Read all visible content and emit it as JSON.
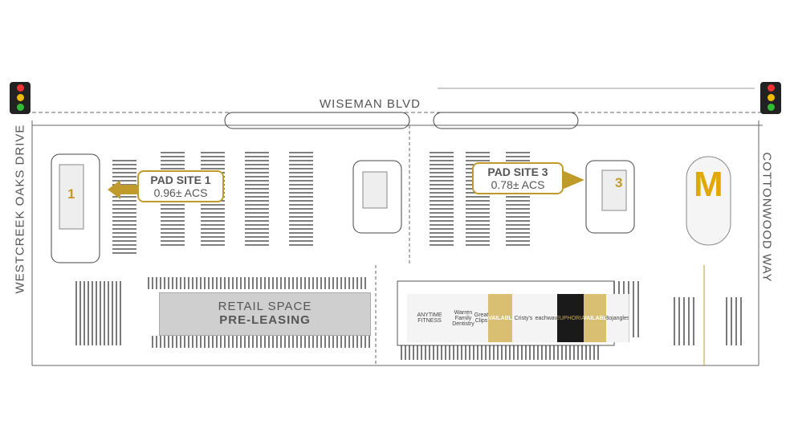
{
  "roads": {
    "top": "WISEMAN BLVD",
    "left": "WESTCREEK OAKS DRIVE",
    "right": "COTTONWOOD WAY"
  },
  "pad_sites": [
    {
      "title": "PAD SITE 1",
      "area": "0.96± ACS",
      "number": "1"
    },
    {
      "title": "PAD SITE 3",
      "area": "0.78± ACS",
      "number": "3"
    }
  ],
  "retail": {
    "line1": "RETAIL SPACE",
    "line2": "PRE-LEASING"
  },
  "tenants": [
    {
      "name": "ANYTIME FITNESS",
      "type": "tenant"
    },
    {
      "name": "Warren Family Dentistry",
      "type": "tenant"
    },
    {
      "name": "Great Clips",
      "type": "tenant"
    },
    {
      "name": "AVAILABLE",
      "type": "avail"
    },
    {
      "name": "Cristy's",
      "type": "tenant"
    },
    {
      "name": "Peachwave",
      "type": "tenant"
    },
    {
      "name": "EUPHORIA",
      "type": "dark"
    },
    {
      "name": "AVAILABLE",
      "type": "avail"
    },
    {
      "name": "Bojangles",
      "type": "tenant"
    }
  ],
  "anchor_logo": "McDonald's M",
  "colors": {
    "gold": "#c19a2c",
    "line": "#333333"
  }
}
